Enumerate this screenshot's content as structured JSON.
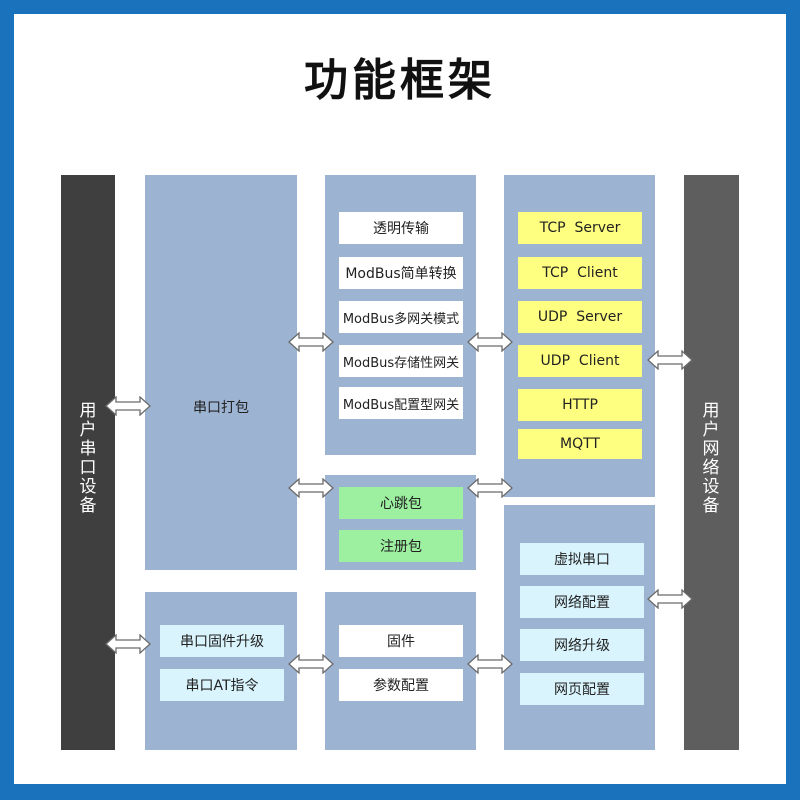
{
  "title": "功能框架",
  "left_device": "用户串口设备",
  "right_device": "用户网络设备",
  "serial_pack": "串口打包",
  "modes": [
    "透明传输",
    "ModBus简单转换",
    "ModBus多网关模式",
    "ModBus存储性网关",
    "ModBus配置型网关"
  ],
  "protocols": [
    "TCP  Server",
    "TCP  Client",
    "UDP  Server",
    "UDP  Client",
    "HTTP",
    "MQTT"
  ],
  "packets": [
    "心跳包",
    "注册包"
  ],
  "network_features": [
    "虚拟串口",
    "网络配置",
    "网络升级",
    "网页配置"
  ],
  "serial_features": [
    "串口固件升级",
    "串口AT指令"
  ],
  "firmware_params": [
    "固件",
    "参数配置"
  ],
  "colors": {
    "frame": "#1a72bd",
    "block": "#9cb4d2",
    "left_bar": "#3f3f3f",
    "right_bar": "#5e5e5e",
    "protocol_fill": "#fefe80",
    "packet_fill": "#9cf0a0",
    "feature_fill": "#d9f4fd"
  },
  "icons": [
    "double-arrow-icon"
  ]
}
